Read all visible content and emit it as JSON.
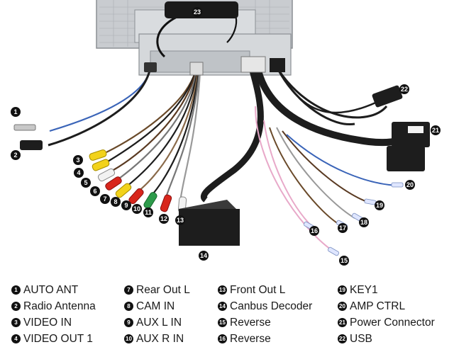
{
  "diagram": {
    "callouts": [
      {
        "n": "1",
        "label": "AUTO ANT"
      },
      {
        "n": "2",
        "label": "Radio Antenna"
      },
      {
        "n": "3",
        "label": "VIDEO IN"
      },
      {
        "n": "4",
        "label": "VIDEO OUT 1"
      },
      {
        "n": "5",
        "label": ""
      },
      {
        "n": "6",
        "label": ""
      },
      {
        "n": "7",
        "label": "Rear Out L"
      },
      {
        "n": "8",
        "label": "CAM IN"
      },
      {
        "n": "9",
        "label": "AUX L IN"
      },
      {
        "n": "10",
        "label": "AUX R IN"
      },
      {
        "n": "11",
        "label": ""
      },
      {
        "n": "12",
        "label": ""
      },
      {
        "n": "13",
        "label": "Front Out L"
      },
      {
        "n": "14",
        "label": "Canbus Decoder"
      },
      {
        "n": "15",
        "label": "Reverse"
      },
      {
        "n": "16",
        "label": "Reverse"
      },
      {
        "n": "17",
        "label": ""
      },
      {
        "n": "18",
        "label": ""
      },
      {
        "n": "19",
        "label": "KEY1"
      },
      {
        "n": "20",
        "label": "AMP CTRL"
      },
      {
        "n": "21",
        "label": "Power Connector"
      },
      {
        "n": "22",
        "label": "USB"
      },
      {
        "n": "23",
        "label": ""
      }
    ]
  },
  "legend": {
    "columns": [
      [
        {
          "n": "1",
          "label": "AUTO ANT"
        },
        {
          "n": "2",
          "label": "Radio Antenna"
        },
        {
          "n": "3",
          "label": "VIDEO IN"
        },
        {
          "n": "4",
          "label": "VIDEO OUT 1"
        }
      ],
      [
        {
          "n": "7",
          "label": "Rear Out L"
        },
        {
          "n": "8",
          "label": "CAM IN"
        },
        {
          "n": "9",
          "label": "AUX L IN"
        },
        {
          "n": "10",
          "label": "AUX R IN"
        }
      ],
      [
        {
          "n": "13",
          "label": "Front Out L"
        },
        {
          "n": "14",
          "label": "Canbus Decoder"
        },
        {
          "n": "15",
          "label": "Reverse"
        },
        {
          "n": "16",
          "label": "Reverse"
        }
      ],
      [
        {
          "n": "19",
          "label": "KEY1"
        },
        {
          "n": "20",
          "label": "AMP CTRL"
        },
        {
          "n": "21",
          "label": "Power Connector"
        },
        {
          "n": "22",
          "label": "USB"
        }
      ]
    ]
  },
  "colors": {
    "rca_yellow": "#f2d21b",
    "rca_red": "#d8261c",
    "rca_white": "#f2f2f2",
    "rca_green": "#2d9b4b",
    "wire_dark": "#1d1d1d",
    "wire_pink": "#e8a9c9",
    "wire_blue": "#3a64b8"
  }
}
